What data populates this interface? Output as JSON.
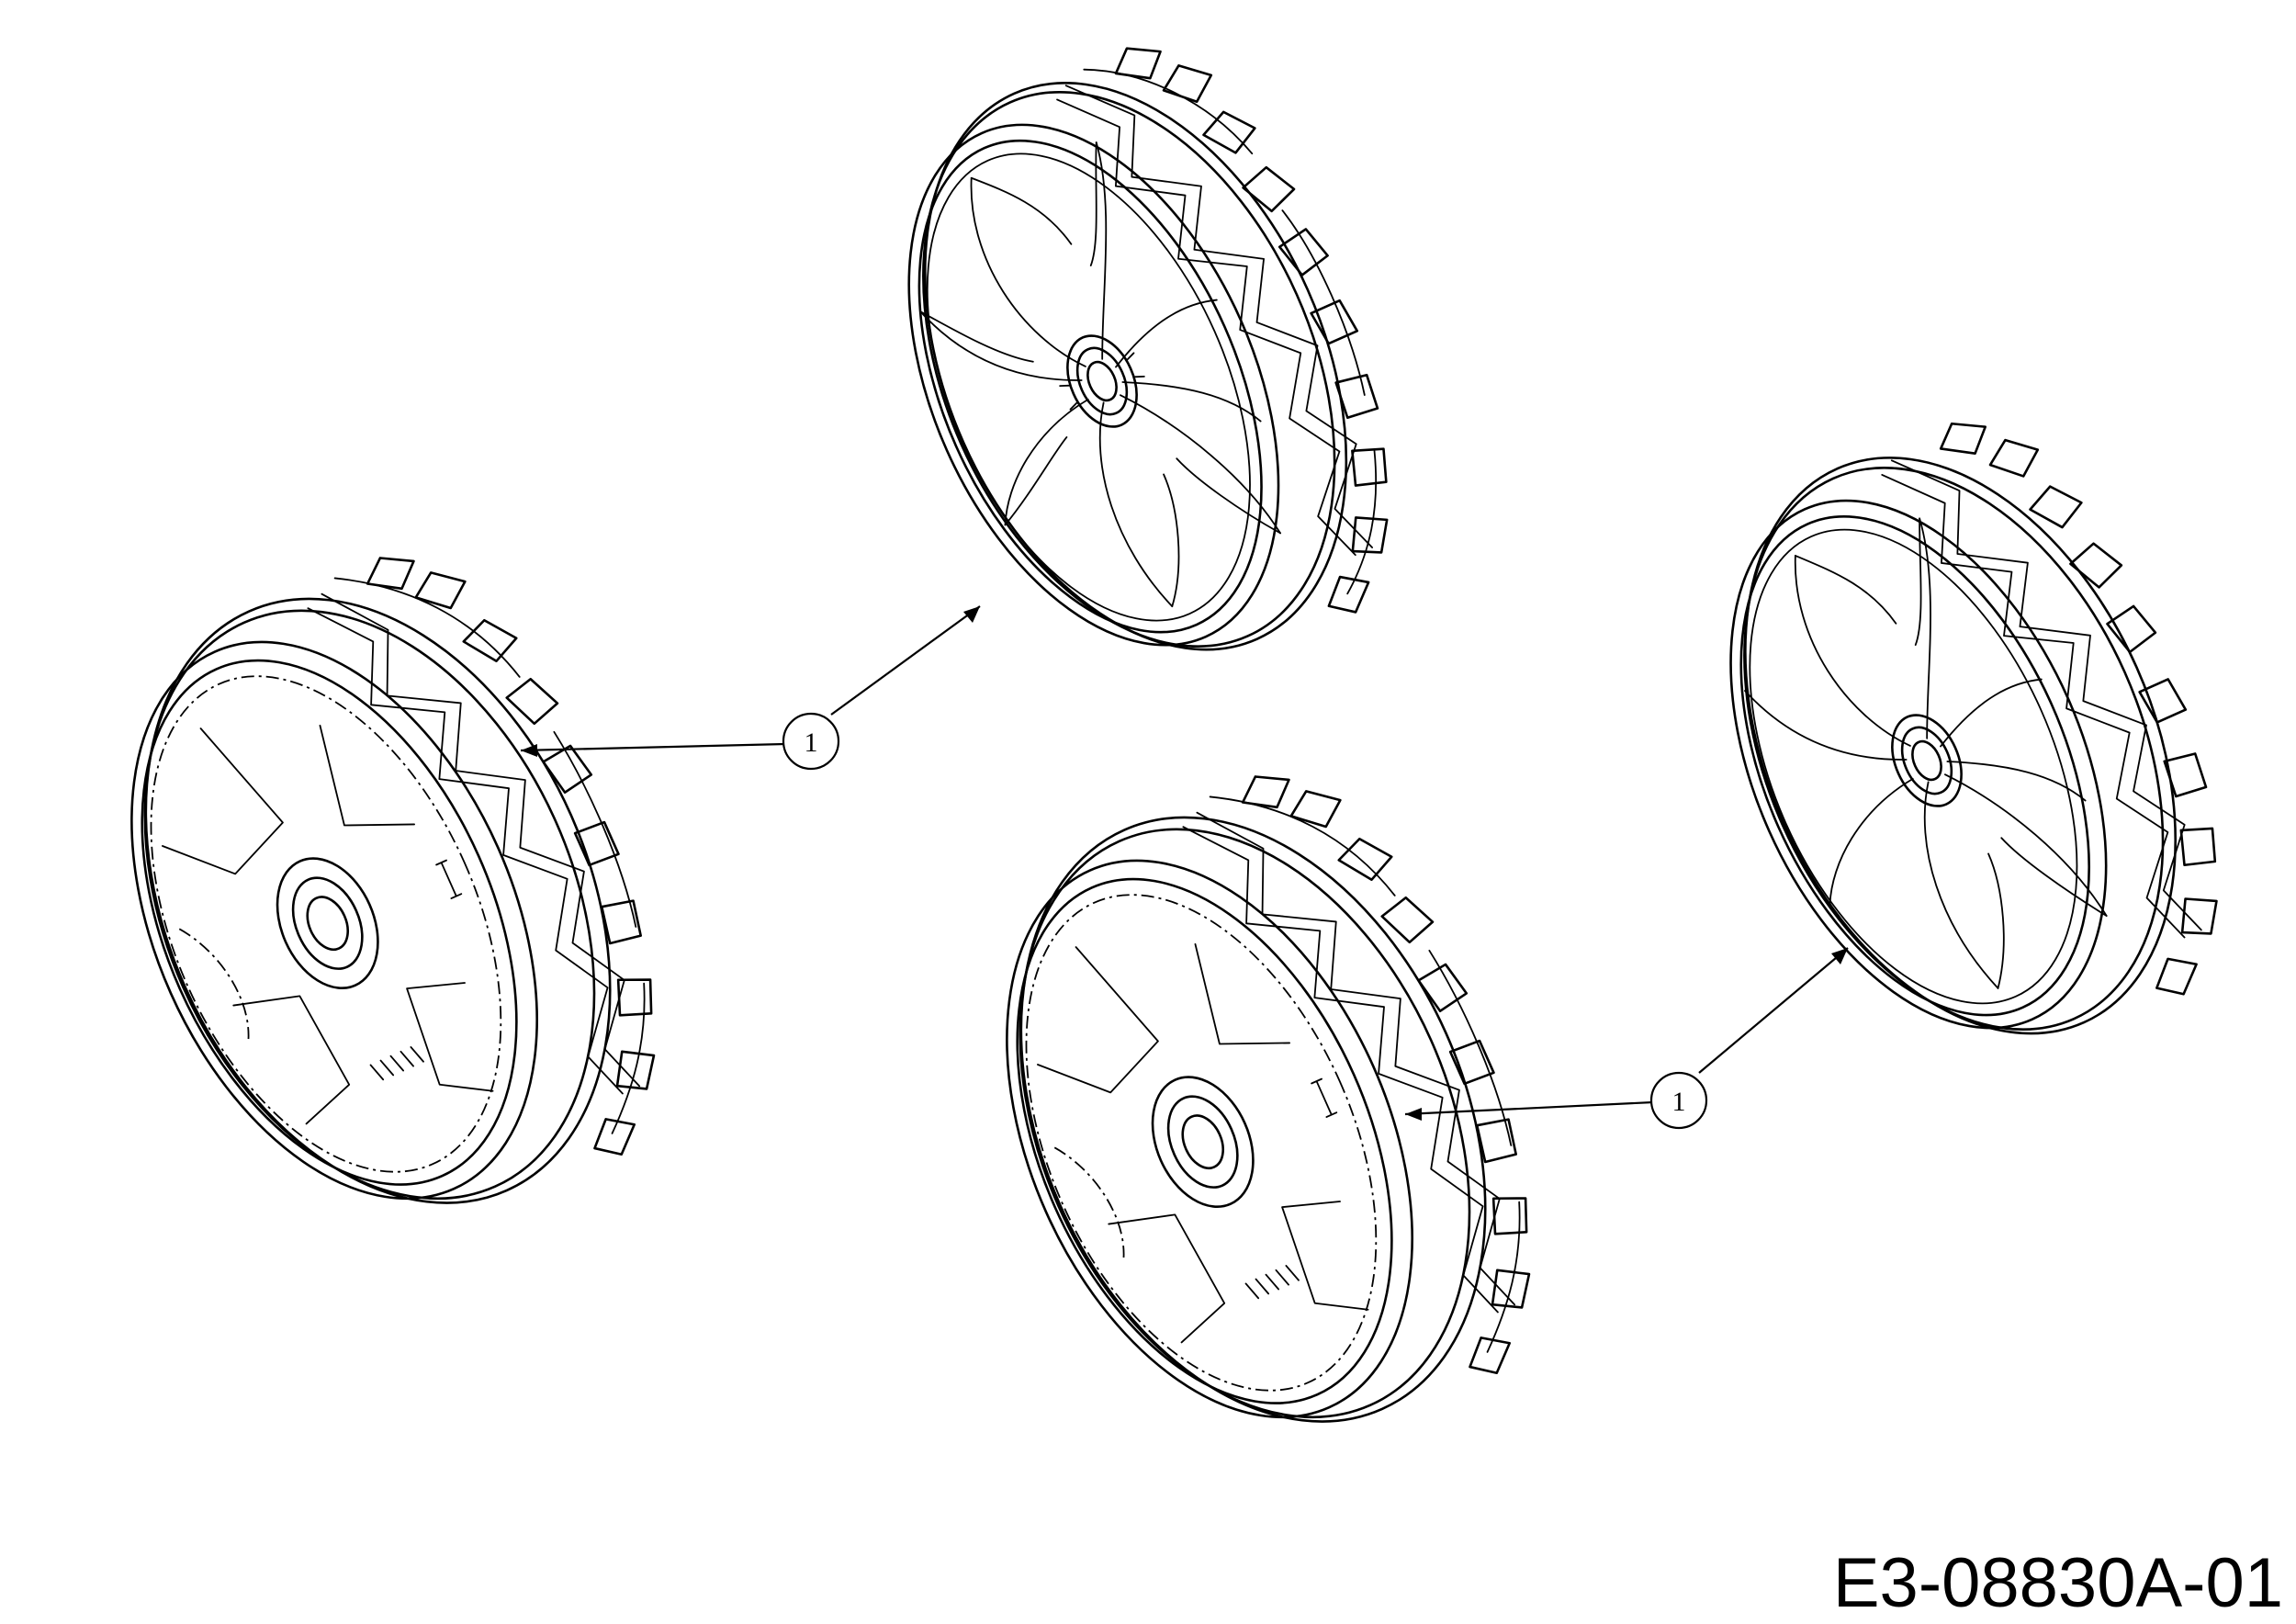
{
  "diagram": {
    "drawing_number": "E3-08830A-01",
    "callouts": [
      {
        "label": "1"
      },
      {
        "label": "1"
      }
    ]
  }
}
